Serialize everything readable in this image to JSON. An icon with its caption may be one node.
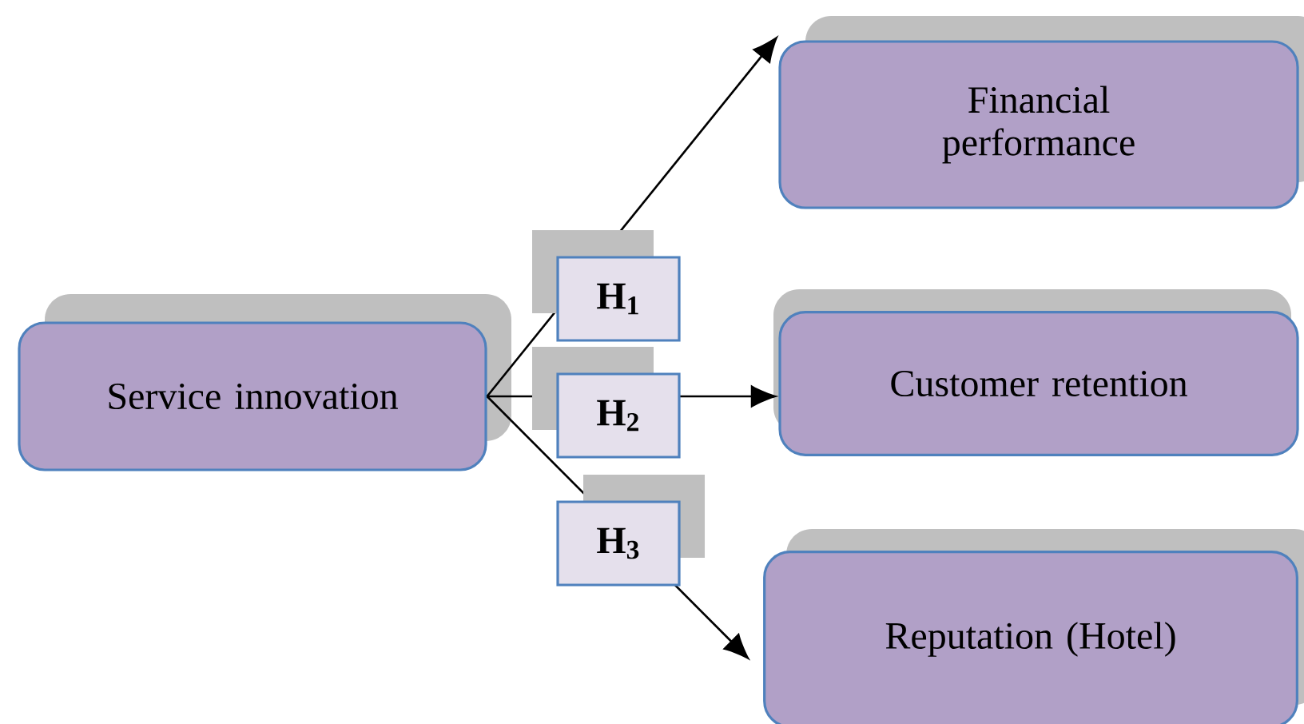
{
  "diagram": {
    "nodes": [
      {
        "text": [
          "Service innovation"
        ]
      },
      {
        "text": [
          "Financial performance"
        ]
      },
      {
        "text": [
          "Customer retention"
        ]
      },
      {
        "text": [
          "Reputation (Hotel)"
        ]
      }
    ],
    "edges": [
      {
        "from": 0,
        "to": 1,
        "arrow": "to",
        "label": "H$_{1}$"
      },
      {
        "from": 0,
        "to": 2,
        "arrow": "to",
        "label": "H$_{2}$"
      },
      {
        "from": 0,
        "to": 3,
        "arrow": "to",
        "label": "H$_{3}$"
      }
    ]
  }
}
